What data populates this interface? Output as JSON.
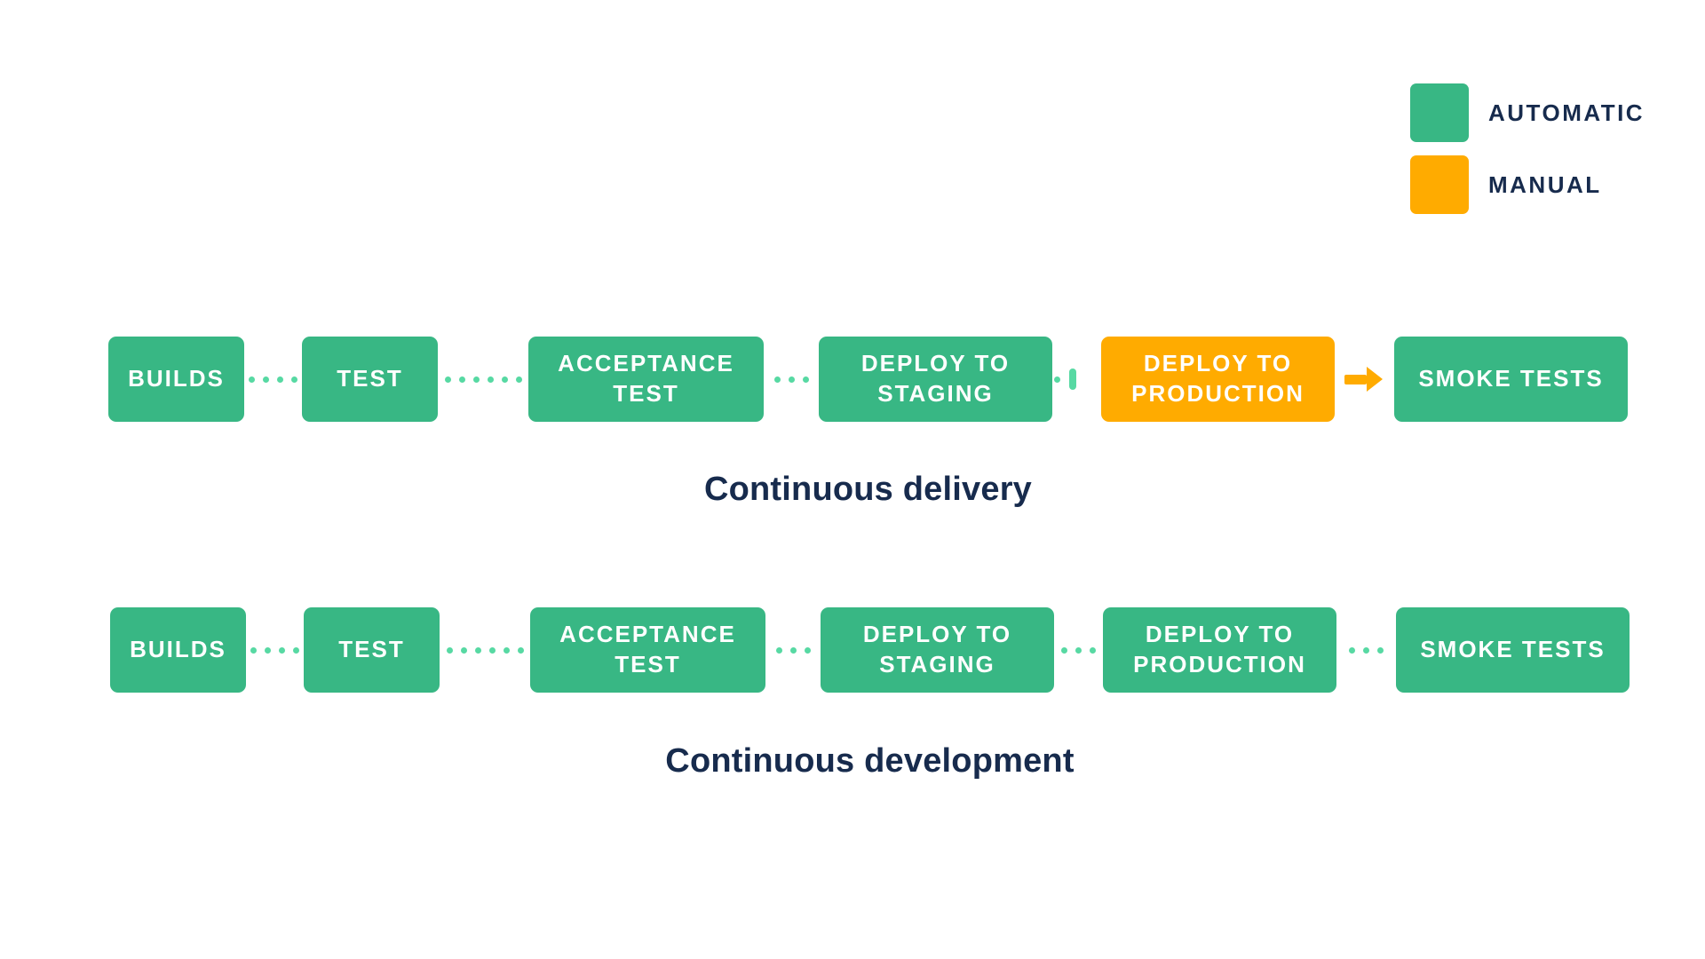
{
  "colors": {
    "automatic": "#38B784",
    "manual": "#FFAB00",
    "connector": "#57D9A3",
    "text_dark": "#172B4D",
    "box_text": "#FFFFFF",
    "background": "#FFFFFF"
  },
  "legend": {
    "items": [
      {
        "label": "AUTOMATIC",
        "type": "automatic"
      },
      {
        "label": "MANUAL",
        "type": "manual"
      }
    ]
  },
  "pipelines": [
    {
      "caption": "Continuous delivery",
      "stages": [
        {
          "label": "BUILDS",
          "type": "automatic"
        },
        {
          "label": "TEST",
          "type": "automatic"
        },
        {
          "label": "ACCEPTANCE TEST",
          "type": "automatic"
        },
        {
          "label": "DEPLOY TO STAGING",
          "type": "automatic"
        },
        {
          "label": "DEPLOY TO PRODUCTION",
          "type": "manual"
        },
        {
          "label": "SMOKE TESTS",
          "type": "automatic"
        }
      ]
    },
    {
      "caption": "Continuous development",
      "stages": [
        {
          "label": "BUILDS",
          "type": "automatic"
        },
        {
          "label": "TEST",
          "type": "automatic"
        },
        {
          "label": "ACCEPTANCE TEST",
          "type": "automatic"
        },
        {
          "label": "DEPLOY TO STAGING",
          "type": "automatic"
        },
        {
          "label": "DEPLOY TO PRODUCTION",
          "type": "automatic"
        },
        {
          "label": "SMOKE TESTS",
          "type": "automatic"
        }
      ]
    }
  ]
}
